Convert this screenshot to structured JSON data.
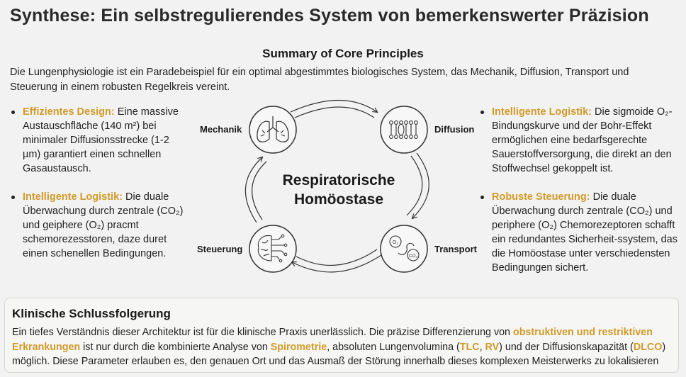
{
  "header": {
    "title": "Synthese: Ein selbstregulierendes System von bemerkenswerter Präzision",
    "subtitle": "Summary of Core Principles",
    "intro": "Die Lungenphysiologie ist ein Paradebeispiel für ein optimal abgestimmtes biologisches System, das Mechanik, Diffusion, Transport und Steuerung in einem robusten Regelkreis vereint."
  },
  "left_points": [
    {
      "heading": "Effizientes Design:",
      "text": " Eine massive Austauschfläche (140 m²) bei minimaler Diffusionsstrecke (1-2 µm) garantiert einen schnellen Gasaustausch."
    },
    {
      "heading": "Intelligente Logistik:",
      "text": " Die duale Überwachung durch zentrale (CO₂) und geiphere (O₂) pracmt schemorezesstoren, daze duret einen schenellen Bedingungen."
    }
  ],
  "right_points": [
    {
      "heading": "Intelligente Logistik:",
      "text": " Die sigmoide O₂-Bindungskurve und der Bohr-Effekt ermöglichen eine bedarfsgerechte Sauerstoffversorgung, die direkt an den Stoffwechsel gekoppelt ist."
    },
    {
      "heading": "Robuste Steuerung:",
      "text": " Die duale Überwachung durch zentrale (CO₂) und periphere (O₂) Chemorezeptoren schafft ein redundantes Sicherheit-ssystem, das die Homöostase unter verschiedensten Bedingungen sichert."
    }
  ],
  "diagram": {
    "center_line1": "Respiratorische",
    "center_line2": "Homöostase",
    "nodes": {
      "mechanik": {
        "label": "Mechanik",
        "icon": "lungs-icon"
      },
      "diffusion": {
        "label": "Diffusion",
        "icon": "membrane-icon"
      },
      "transport": {
        "label": "Transport",
        "icon": "gas-molecules-icon",
        "o2": "O₂",
        "co2": "CO₂"
      },
      "steuerung": {
        "label": "Steuerung",
        "icon": "brain-circuit-icon"
      }
    }
  },
  "conclusion": {
    "title": "Klinische Schlussfolgerung",
    "t1": "Ein tiefes Verständnis dieser Architektur ist für die klinische Praxis unerlässlich. Die präzise Differenzierung von ",
    "h1": "obstruktiven und restriktiven Erkrankungen",
    "t2": " ist nur durch die kombinierte Analyse von ",
    "h2": "Spirometrie",
    "t3": ", absoluten Lungenvolumina (",
    "h3": "TLC",
    "t4": ", ",
    "h4": "RV",
    "t5": ") und der Diffusionskapazität (",
    "h5": "DLCO",
    "t6": ") möglich. Diese Parameter erlauben es, den genauen Ort und das Ausmaß der Störung innerhalb dieses komplexen Meisterwerks zu lokalisieren"
  },
  "colors": {
    "accent": "#d19a2a",
    "text": "#222222",
    "background": "#f2f2f2"
  }
}
